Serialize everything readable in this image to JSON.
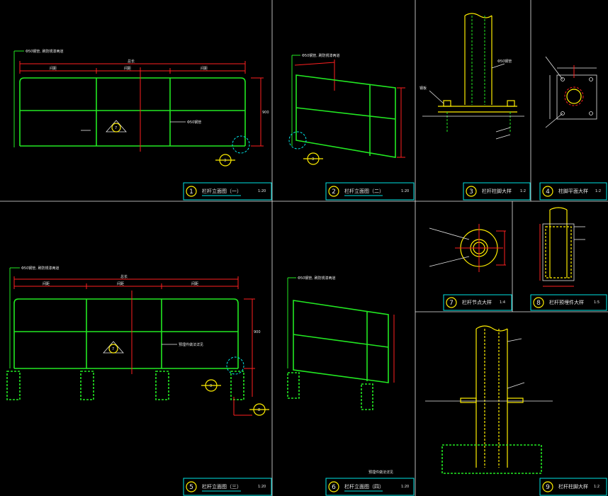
{
  "panels": [
    {
      "num": "1",
      "title": "栏杆立面图（一）",
      "scale": "1:20"
    },
    {
      "num": "2",
      "title": "栏杆立面图（二）",
      "scale": "1:20"
    },
    {
      "num": "3",
      "title": "栏杆柱脚大样",
      "scale": "1:2"
    },
    {
      "num": "4",
      "title": "柱脚平面大样",
      "scale": "1:2"
    },
    {
      "num": "5",
      "title": "栏杆立面图（三）",
      "scale": "1:20"
    },
    {
      "num": "6",
      "title": "栏杆立面图（四）",
      "scale": "1:20"
    },
    {
      "num": "7",
      "title": "栏杆节点大样",
      "scale": "1:4"
    },
    {
      "num": "8",
      "title": "栏杆预埋件大样",
      "scale": "1:5"
    },
    {
      "num": "9",
      "title": "栏杆柱脚大样",
      "scale": "1:2"
    }
  ],
  "callouts": {
    "c7": "7",
    "c3": "3",
    "c9": "9",
    "c8": "8"
  },
  "notes": {
    "topnote1": "Φ50钢管, 刷防锈漆两道",
    "topnote2": "Φ50钢管, 刷防锈漆两道",
    "dim1_total": "总长",
    "dim_seg": "间距",
    "dim_h1": "900",
    "p5_note": "预埋件做法详见",
    "p6_note": "预埋件做法详见"
  },
  "colors": {
    "green": "#22e822",
    "red": "#ff2020",
    "cyan": "#00e5e5",
    "yellow": "#ffee00",
    "white": "#e8e8e8"
  }
}
